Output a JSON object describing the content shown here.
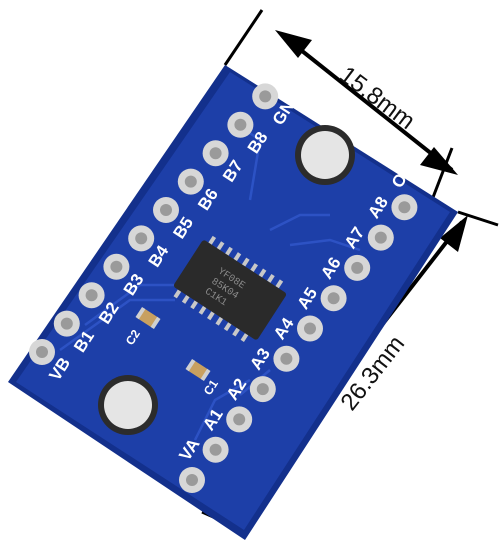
{
  "pcb": {
    "top_left_pins": [
      "VB",
      "B1",
      "B2",
      "B3",
      "B4",
      "B5",
      "B6",
      "B7",
      "B8",
      "GND"
    ],
    "bottom_right_pins": [
      "VA",
      "A1",
      "A2",
      "A3",
      "A4",
      "A5",
      "A6",
      "A7",
      "A8",
      "OE"
    ],
    "chip_marking": [
      "YF08E",
      "85K04",
      "C1K1"
    ],
    "capacitor_labels": [
      "C2",
      "C1"
    ]
  },
  "dimensions": {
    "width": "15.8mm",
    "height": "26.3mm"
  },
  "colors": {
    "board": "#1d3fa8",
    "board_edge": "#13308c",
    "pad": "#d7d7d7",
    "chip": "#2a2a2a",
    "arrow": "#000000"
  }
}
